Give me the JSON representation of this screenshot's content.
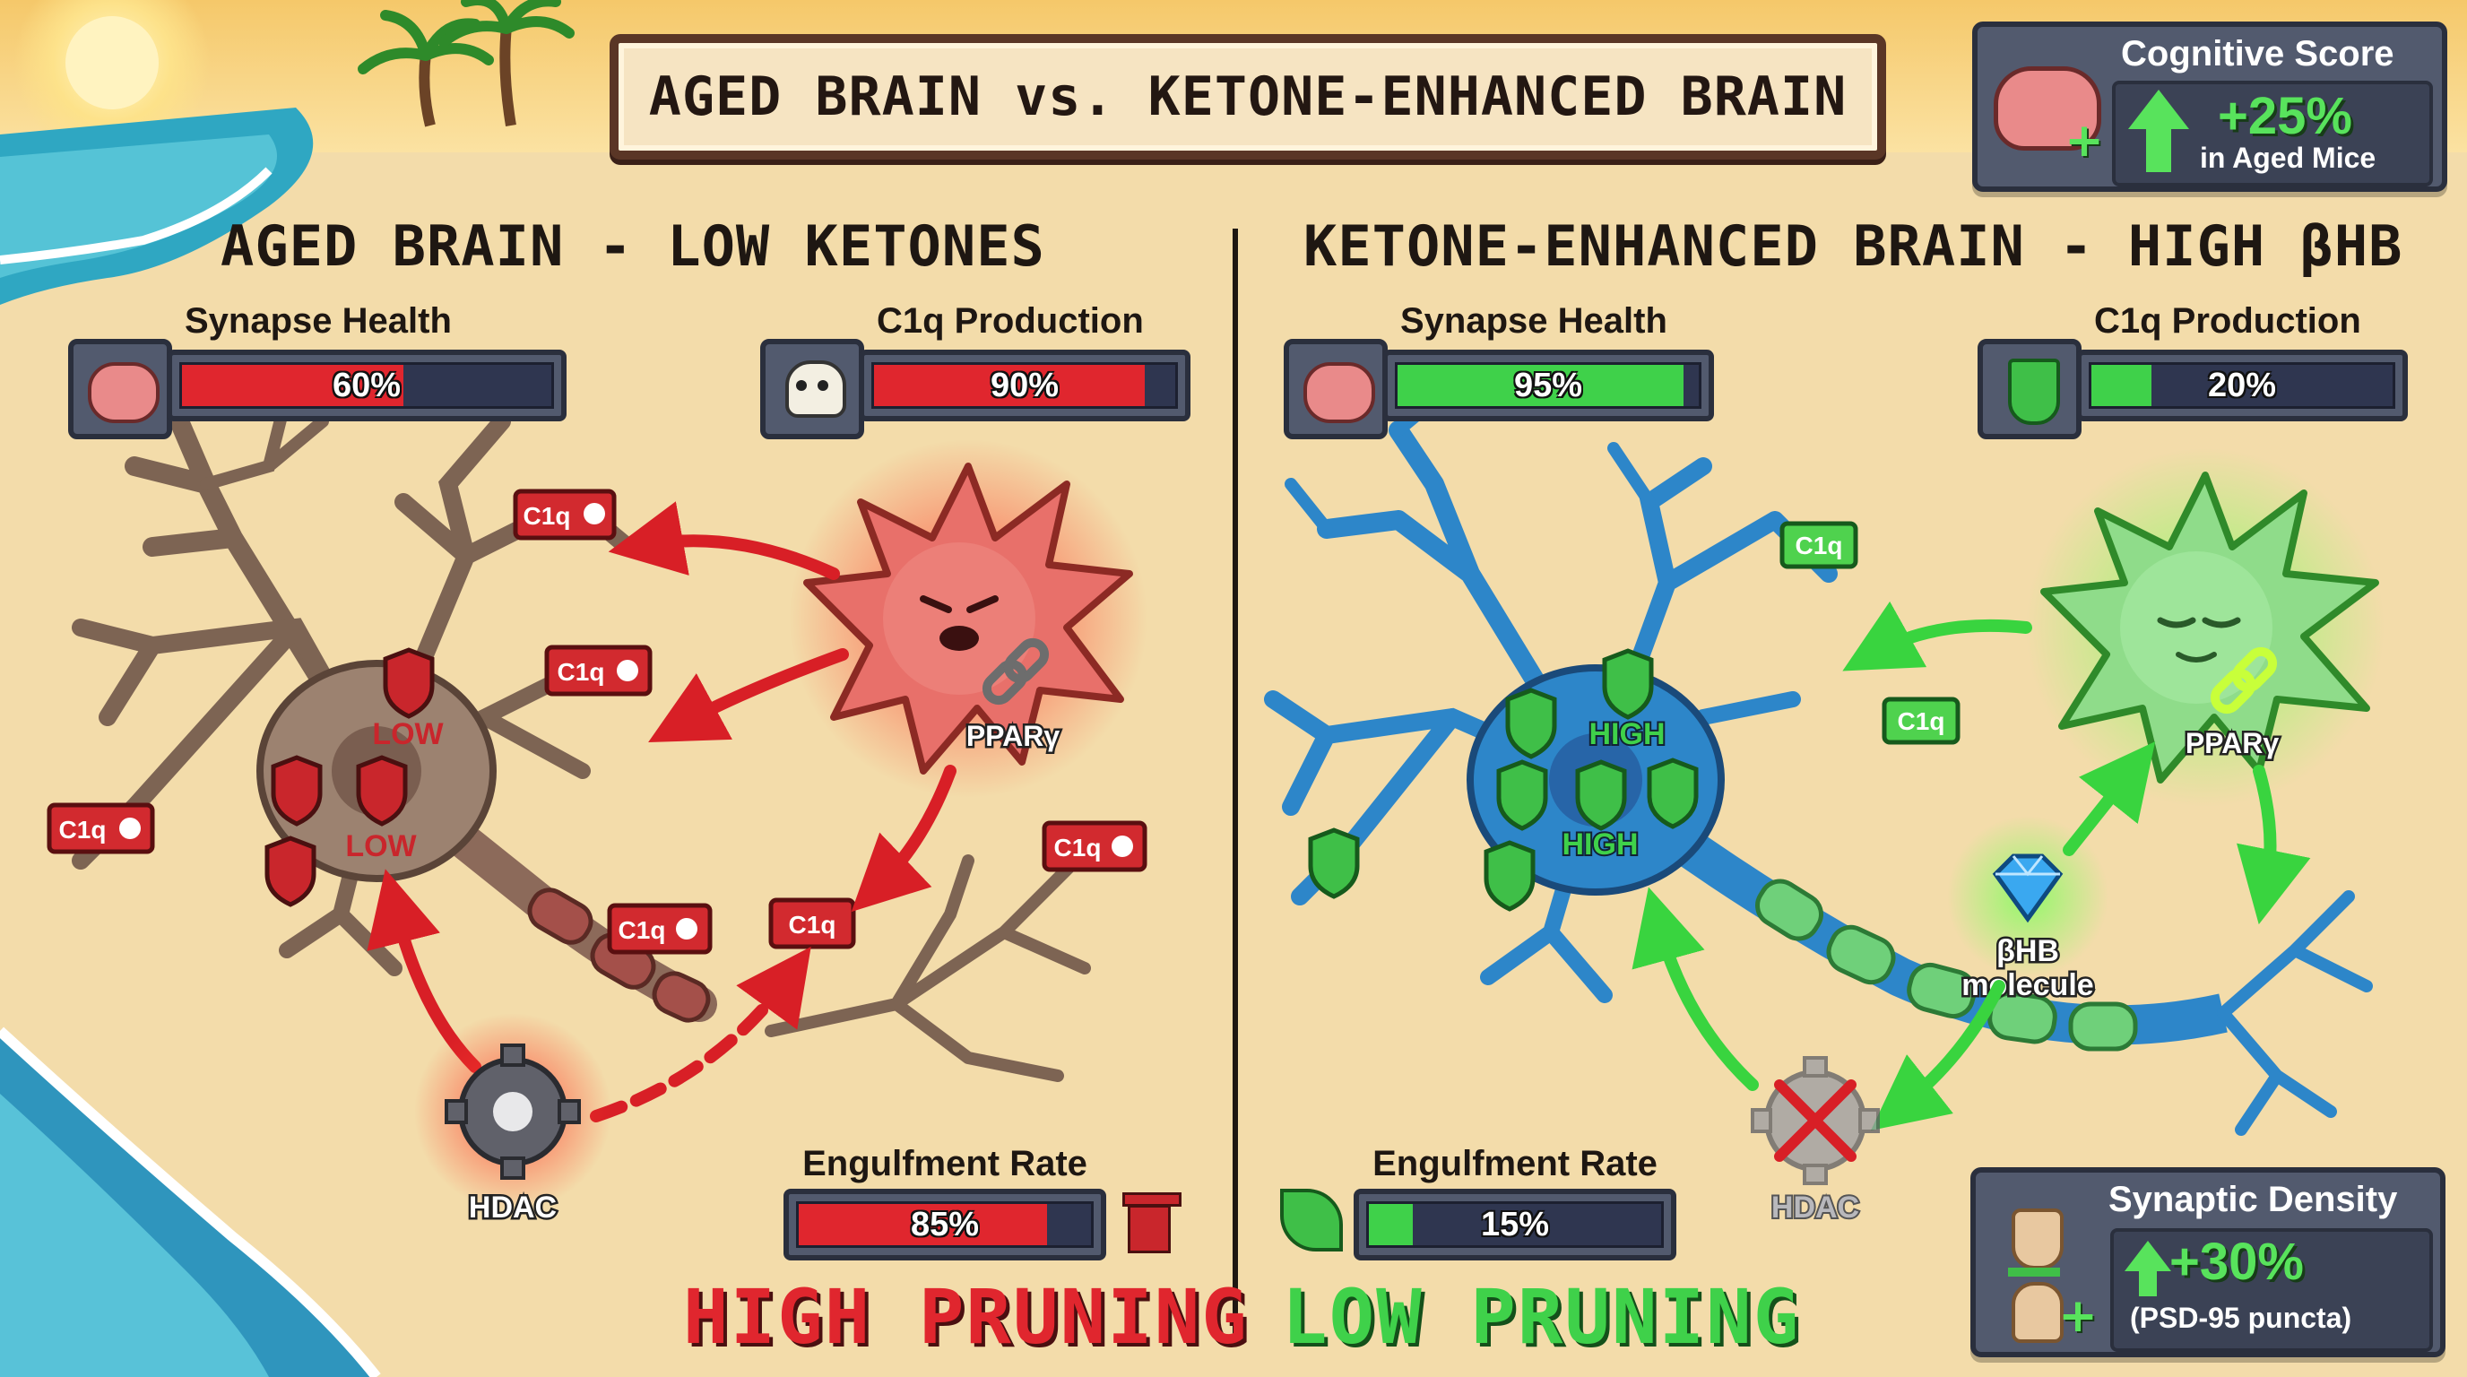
{
  "title": "AGED BRAIN vs. KETONE-ENHANCED BRAIN",
  "cognitive_score": {
    "label": "Cognitive Score",
    "value": "+25%",
    "note": "in Aged Mice"
  },
  "left": {
    "heading": "AGED BRAIN - LOW KETONES",
    "synapse_health": {
      "label": "Synapse Health",
      "value": "60%",
      "fraction": 0.6
    },
    "c1q_production": {
      "label": "C1q Production",
      "value": "90%",
      "fraction": 0.9
    },
    "engulfment_rate": {
      "label": "Engulfment Rate",
      "value": "85%",
      "fraction": 0.85
    },
    "tags": {
      "c1q": "C1q",
      "low": "LOW",
      "ppar": "PPARγ",
      "hdac": "HDAC"
    },
    "status": "HIGH PRUNING"
  },
  "right": {
    "heading": "KETONE-ENHANCED BRAIN - HIGH βHB",
    "synapse_health": {
      "label": "Synapse Health",
      "value": "95%",
      "fraction": 0.95
    },
    "c1q_production": {
      "label": "C1q Production",
      "value": "20%",
      "fraction": 0.2
    },
    "engulfment_rate": {
      "label": "Engulfment Rate",
      "value": "15%",
      "fraction": 0.15
    },
    "tags": {
      "c1q": "C1q",
      "high": "HIGH",
      "ppar": "PPARγ",
      "hdac": "HDAC",
      "bhb_line1": "βHB",
      "bhb_line2": "molecule"
    },
    "status": "LOW PRUNING"
  },
  "synaptic_density": {
    "label": "Synaptic Density",
    "value": "+30%",
    "note": "(PSD-95 puncta)"
  },
  "colors": {
    "bad_red": "#e0262e",
    "good_green": "#3fd14a",
    "panel": "#525a6e",
    "sand": "#f3dcaa",
    "neuron_aged": "#9c8270",
    "neuron_healthy": "#2d86c9",
    "microglia_red": "#e8706a",
    "microglia_green": "#8fdc8a"
  },
  "icons": [
    "brain-icon",
    "skull-icon",
    "shield-icon",
    "trash-icon",
    "leaf-icon",
    "gear-icon",
    "chain-link-icon",
    "diamond-icon",
    "synapse-icon",
    "up-arrow-icon"
  ]
}
